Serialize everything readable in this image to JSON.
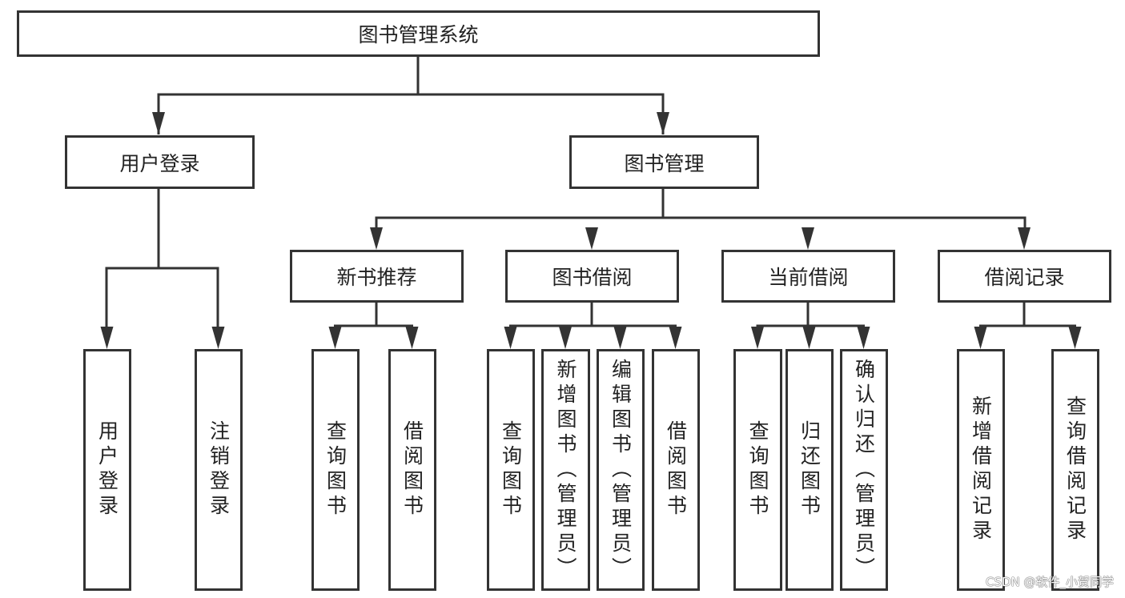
{
  "root": "图书管理系统",
  "level1": [
    {
      "label": "用户登录",
      "children": [
        "用户登录",
        "注销登录"
      ]
    },
    {
      "label": "图书管理",
      "children": []
    }
  ],
  "level2": [
    {
      "label": "新书推荐",
      "children": [
        "查询图书",
        "借阅图书"
      ]
    },
    {
      "label": "图书借阅",
      "children": [
        "查询图书",
        "新增图书（管理员）",
        "编辑图书（管理员）",
        "借阅图书"
      ]
    },
    {
      "label": "当前借阅",
      "children": [
        "查询图书",
        "归还图书",
        "确认归还（管理员）"
      ]
    },
    {
      "label": "借阅记录",
      "children": [
        "新增借阅记录",
        "查询借阅记录"
      ]
    }
  ],
  "watermark": "CSDN @软件_小贺同学"
}
